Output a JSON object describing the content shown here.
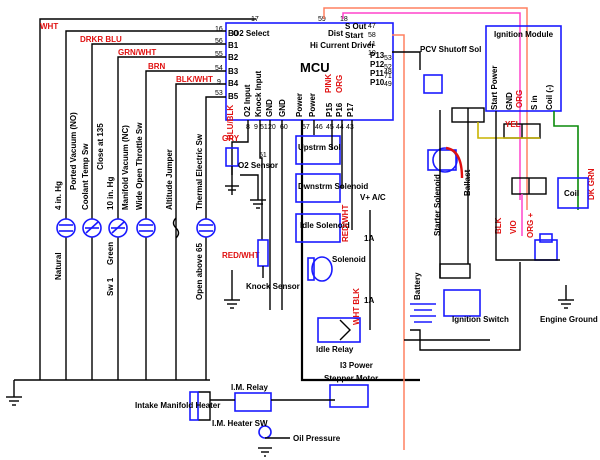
{
  "labels": {
    "mcu": "MCU",
    "o2_select": "O2 Select",
    "dist": "Dist",
    "s_out": "S Out",
    "start": "Start",
    "hi_current_driver": "Hi Current Driver",
    "b0": "B0",
    "b1": "B1",
    "b2": "B2",
    "b3": "B3",
    "b4": "B4",
    "b5": "B5",
    "p13": "P13",
    "p12": "P12",
    "p11": "P11",
    "p10": "P10",
    "o2_input": "O2 Input",
    "knock_input": "Knock Input",
    "gnd": "GND",
    "power": "Power",
    "p15": "P15",
    "p16": "P16",
    "p17": "P17",
    "pink": "PINK",
    "org": "ORG",
    "wht": "WHT",
    "drkr_blu": "DRKR BLU",
    "grn_wht": "GRN/WHT",
    "brn": "BRN",
    "blk_wht": "BLK/WHT",
    "blu_blk": "BLU/BLK",
    "gry": "GRY",
    "red_wht": "RED/WHT",
    "wht_blk": "WHT BLK",
    "yel": "YEL",
    "blk": "BLK",
    "vio": "VIO",
    "org_plus": "ORG +",
    "dk_grn": "DK GRN",
    "ported_vacuum": "Ported Vacuum (NO)",
    "four_in_hg": "4 in. Hg",
    "natural": "Natural",
    "coolant_temp": "Coolant Temp Sw",
    "close_at_135": "Close at 135",
    "manifold_vacuum": "Manifold Vacuum (NC)",
    "ten_in_hg": "10 in. Hg",
    "green": "Green",
    "sw1": "Sw 1",
    "wide_open_throttle": "Wide Open Throttle Sw",
    "altitude_jumper": "Altitude Jumper",
    "thermal_electric": "Thermal Electric Sw",
    "open_above_65": "Open above 65",
    "o2_sensor": "O2 Sensor",
    "knock_sensor": "Knock Sensor",
    "upstrm_sol": "Upstrm Sol",
    "dwnstrm_solenoid": "Dwnstrm Solenoid",
    "idle_solenoid": "Idle Solenoid",
    "solenoid": "Solenoid",
    "idle_relay": "Idle Relay",
    "i3_power": "I3 Power",
    "stepper_motor": "Stepper Motor",
    "v_plus_ac": "V+ A/C",
    "one_a": "1A",
    "pcv_shutoff_sol": "PCV Shutoff Sol",
    "ignition_module": "Ignition Module",
    "start_power": "Start Power",
    "s_in": "S in",
    "coil_minus": "Coil (-)",
    "starter_solenoid": "Starter Solenoid",
    "ballast": "Ballast",
    "coil": "Coil",
    "battery": "Battery",
    "ignition_switch": "Ignition Switch",
    "engine_ground": "Engine Ground",
    "im_relay": "I.M. Relay",
    "intake_manifold_heater": "Intake Manifold Heater",
    "im_heater_sw": "I.M. Heater SW",
    "oil_pressure": "Oil Pressure"
  },
  "pins": {
    "p17": "17",
    "p59": "59",
    "p18": "18",
    "p47": "47",
    "p58": "58",
    "p41": "41",
    "p10": "10",
    "p53": "53",
    "p52": "52",
    "p71": "71",
    "p48": "48",
    "p49": "49",
    "p16": "16",
    "p56": "56",
    "p55": "55",
    "p54": "54",
    "p9": "9",
    "p8": "8",
    "p51": "51",
    "p20": "20",
    "p60": "60",
    "p57": "57",
    "p46": "46",
    "p45": "45",
    "p44": "44",
    "p43": "43"
  }
}
